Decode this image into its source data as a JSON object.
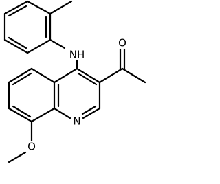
{
  "molecule": {
    "atoms": {
      "nh": "NH",
      "ring_n": "N",
      "ketone_o": "O",
      "ether_o": "O"
    }
  }
}
